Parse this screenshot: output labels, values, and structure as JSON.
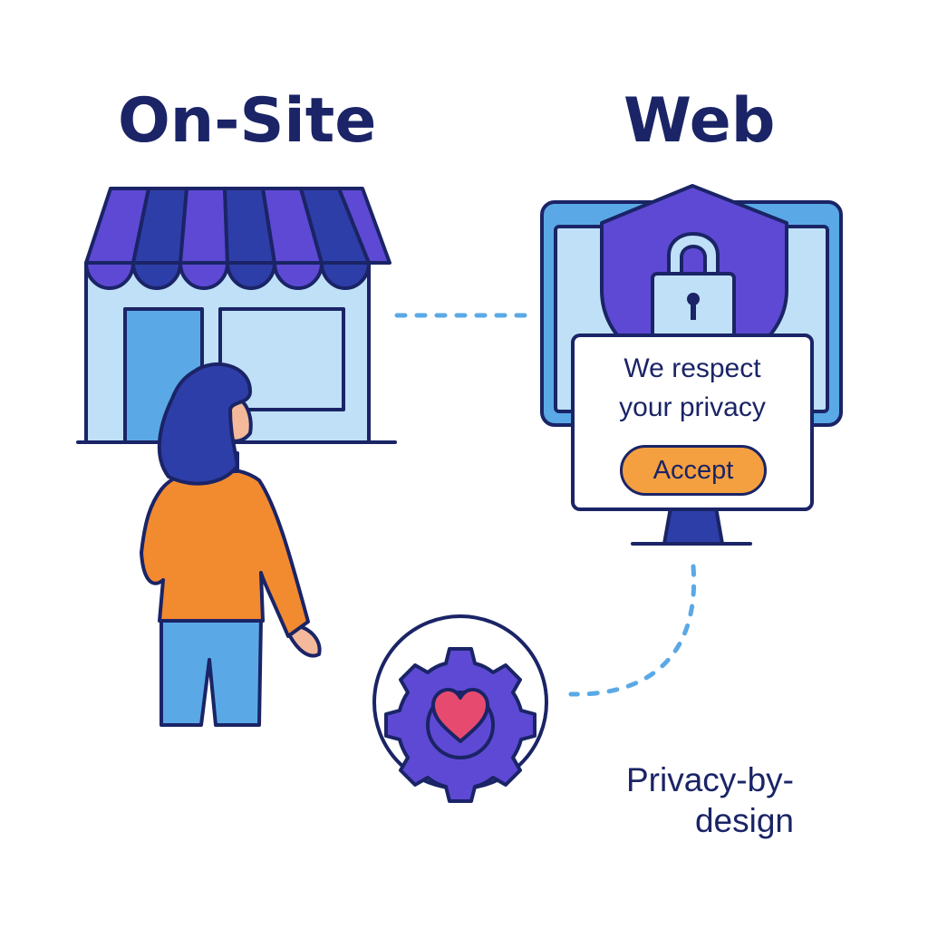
{
  "headings": {
    "onsite": "On-Site",
    "web": "Web"
  },
  "privacy_dialog": {
    "line1": "We respect",
    "line2": "your privacy",
    "accept_label": "Accept"
  },
  "caption": {
    "line1": "Privacy-by-",
    "line2": "design"
  },
  "icons": {
    "storefront": "storefront-icon",
    "person": "person-icon",
    "monitor": "monitor-icon",
    "shield": "shield-icon",
    "lock": "padlock-icon",
    "gear_heart": "gear-heart-icon",
    "connector": "dashed-connector"
  },
  "colors": {
    "outline": "#1a2466",
    "heading_text": "#1a2466",
    "awning_purple": "#5e49d4",
    "awning_blue": "#2e3ea8",
    "store_wall": "#bfe0f7",
    "store_door": "#5aa9e6",
    "monitor_screen": "#bfe0f7",
    "monitor_frame": "#5aa9e6",
    "shield": "#5e49d4",
    "lock_body": "#bfe0f7",
    "accept_button": "#f5a040",
    "person_shirt": "#f28a30",
    "person_pants": "#5aa9e6",
    "person_hair": "#2e3ea8",
    "skin": "#f3b99a",
    "gear": "#5e49d4",
    "heart": "#e64a6e",
    "dashed_line": "#5aa9e6"
  }
}
